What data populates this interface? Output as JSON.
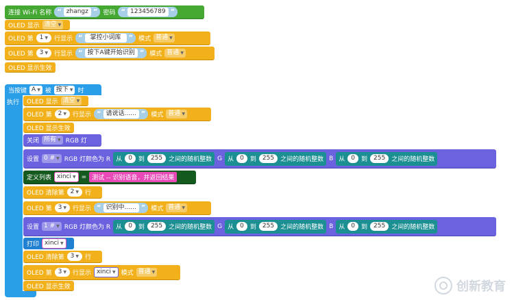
{
  "wifi": {
    "label": "连接 Wi-Fi 名称",
    "name_value": "zhangz",
    "pwd_label": "密码",
    "pwd_value": "123456789"
  },
  "oled": {
    "show": "OLED 显示",
    "clear": "清空",
    "line_prefix": "OLED 第",
    "line_suffix": "行显示",
    "mode": "模式",
    "normal": "普通",
    "effect": "OLED 显示生效",
    "clear_line_prefix": "OLED 清除第",
    "clear_line_suffix": "行"
  },
  "top": {
    "line1": "1",
    "text1": "掌控小词库",
    "line3": "3",
    "text3": "按下A键开始识别"
  },
  "event": {
    "when": "当按键",
    "key": "A",
    "by": "被",
    "action": "按下",
    "time": "时",
    "exec": "执行"
  },
  "body": {
    "line2": "2",
    "text_speak": "请说话......",
    "off_label": "关闭",
    "all": "所有",
    "rgb_light": "RGB 灯",
    "set": "设置",
    "led0": "0 #",
    "led1": "1 #",
    "rgb_color_r": "RGB 灯颜色为 R",
    "from": "从",
    "to": "到",
    "zero": "0",
    "max": "255",
    "rand_suffix": "之间的随机整数",
    "g": "G",
    "b": "B",
    "define_list": "定义列表",
    "var": "xinci",
    "eq": "=",
    "asr": "测试 -- 识别语音，并返回结果",
    "line3": "3",
    "text_recog": "识别中......",
    "print": "打印",
    "clear2": "2",
    "clear3": "3"
  },
  "watermark": "创新教育"
}
